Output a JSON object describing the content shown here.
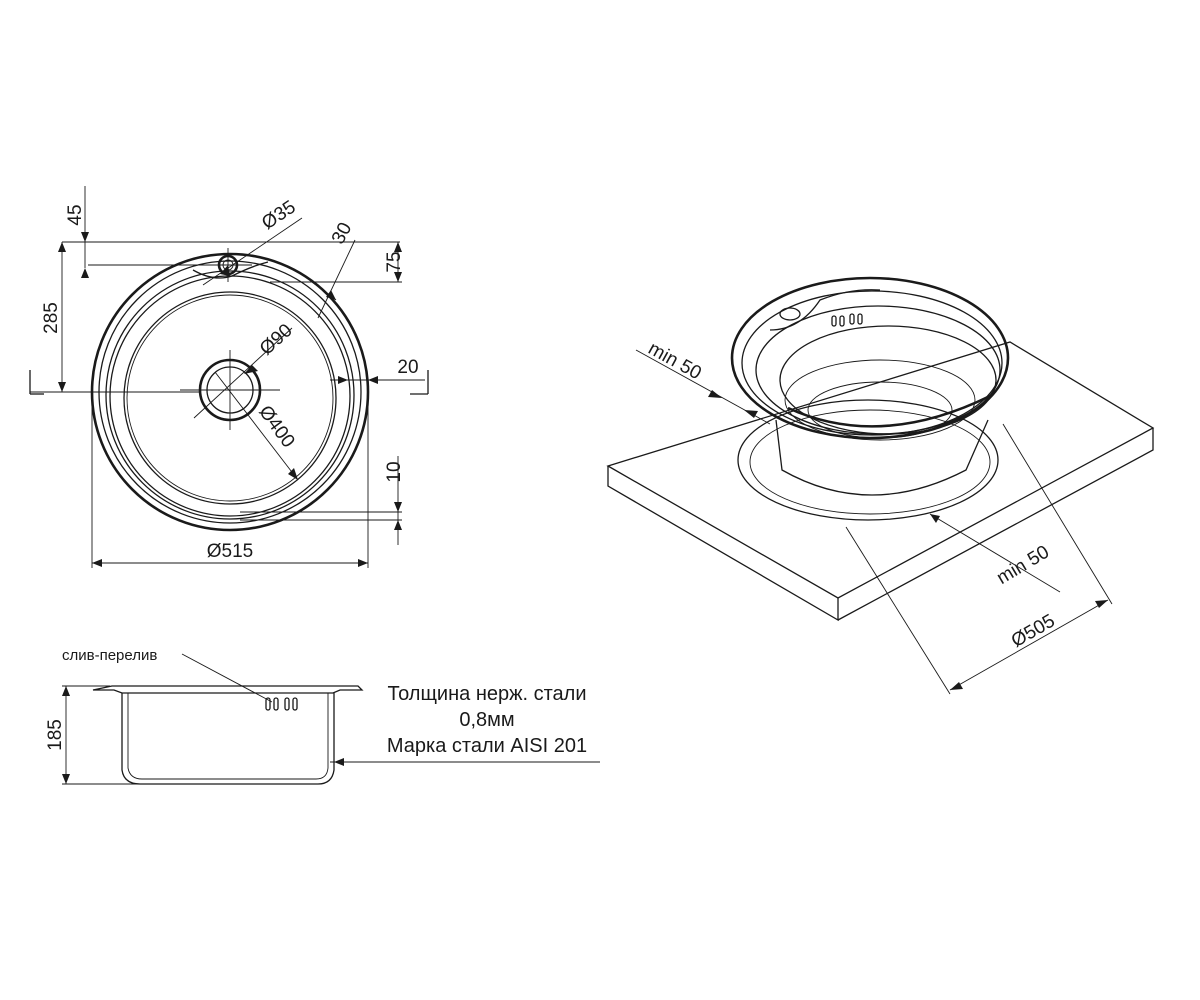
{
  "top_view": {
    "dim_45": "45",
    "dim_d35": "Ø35",
    "dim_30": "30",
    "dim_75": "75",
    "dim_285": "285",
    "dim_d90": "Ø90",
    "dim_20": "20",
    "dim_d400": "Ø400",
    "dim_10": "10",
    "dim_d515": "Ø515"
  },
  "side_view": {
    "overflow_label": "слив-перелив",
    "dim_185": "185",
    "note_line1": "Толщина нерж. стали",
    "note_line2": "0,8мм",
    "note_line3": "Марка стали AISI 201"
  },
  "iso_view": {
    "dim_min50_left": "min 50",
    "dim_min50_right": "min 50",
    "dim_d505": "Ø505"
  }
}
